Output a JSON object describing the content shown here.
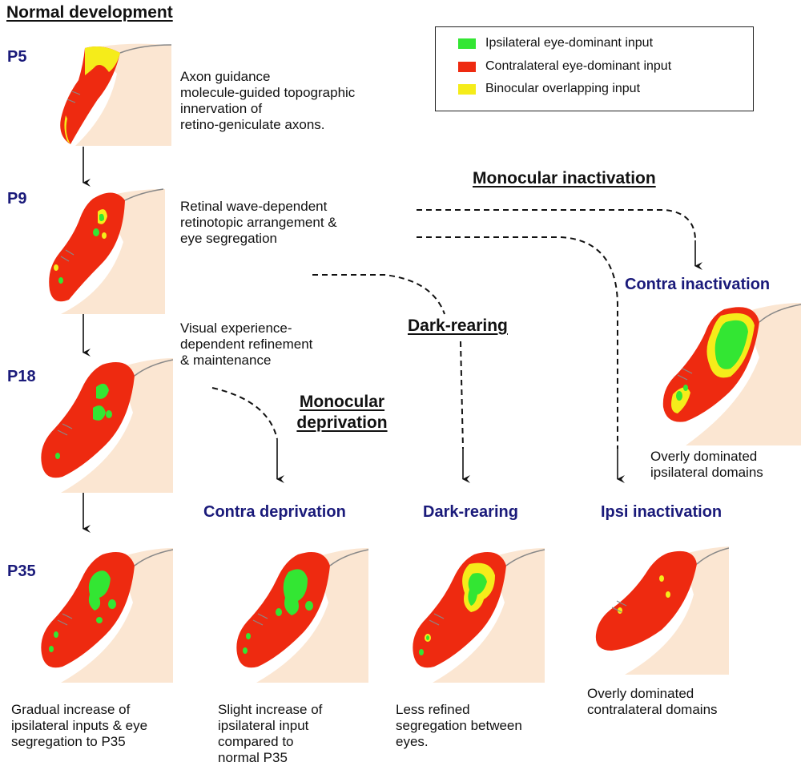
{
  "headings": {
    "normal": "Normal development",
    "monocular_inactivation": "Monocular inactivation",
    "dark_rearing": "Dark-rearing",
    "monocular_deprivation_1": "Monocular",
    "monocular_deprivation_2": "deprivation"
  },
  "legend": {
    "items": [
      {
        "label": "Ipsilateral eye-dominant input",
        "color": "#33e633"
      },
      {
        "label": "Contralateral eye-dominant input",
        "color": "#ee2a10"
      },
      {
        "label": "Binocular overlapping input",
        "color": "#f5ec1a"
      }
    ]
  },
  "ages": [
    "P5",
    "P9",
    "P18",
    "P35"
  ],
  "stage_desc": {
    "p5": [
      "Axon guidance",
      "molecule-guided topographic",
      "innervation of",
      "retino-geniculate axons."
    ],
    "p9": [
      "Retinal wave-dependent",
      "retinotopic arrangement &",
      "eye segregation"
    ],
    "p18": [
      "Visual experience-",
      "dependent refinement",
      "& maintenance"
    ]
  },
  "conditions": {
    "contra_inactivation": "Contra inactivation",
    "contra_deprivation": "Contra deprivation",
    "dark_rearing": "Dark-rearing",
    "ipsi_inactivation": "Ipsi inactivation"
  },
  "captions": {
    "contra_inactivation": [
      "Overly dominated",
      "ipsilateral domains"
    ],
    "ipsi_inactivation": [
      "Overly dominated",
      "contralateral domains"
    ],
    "normal_p35": [
      "Gradual increase of",
      "ipsilateral inputs & eye",
      "segregation to P35"
    ],
    "contra_deprivation": [
      "Slight increase of",
      "ipsilateral input",
      "compared to",
      "normal P35"
    ],
    "dark_rearing": [
      "Less refined",
      "segregation between",
      "eyes."
    ]
  },
  "colors": {
    "tissue": "#fbe6d2",
    "contra": "#ee2a10",
    "ipsi": "#33e633",
    "binocular": "#f5ec1a",
    "outline": "#888888",
    "label_blue": "#1a1a7a"
  }
}
